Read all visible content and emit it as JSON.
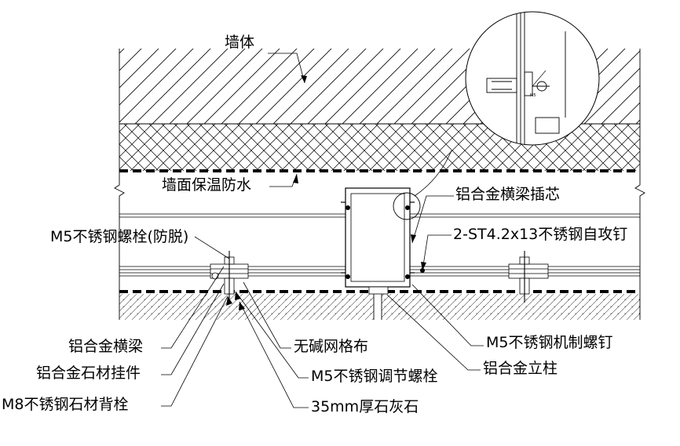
{
  "labels": {
    "wall": "墙体",
    "insulation": "墙面保温防水",
    "beam_insert": "铝合金横梁插芯",
    "bolt_antiloose": "M5不锈钢螺栓(防脱)",
    "self_tapping": "2-ST4.2x13不锈钢自攻钉",
    "machine_screw": "M5不锈钢机制螺钉",
    "beam": "铝合金横梁",
    "fiber_mesh": "无碱网格布",
    "hanger": "铝合金石材挂件",
    "adjust_bolt": "M5不锈钢调节螺栓",
    "column": "铝合金立柱",
    "back_bolt": "M8不锈钢石材背栓",
    "limestone": "35mm厚石灰石"
  },
  "detail_mark": "M5"
}
